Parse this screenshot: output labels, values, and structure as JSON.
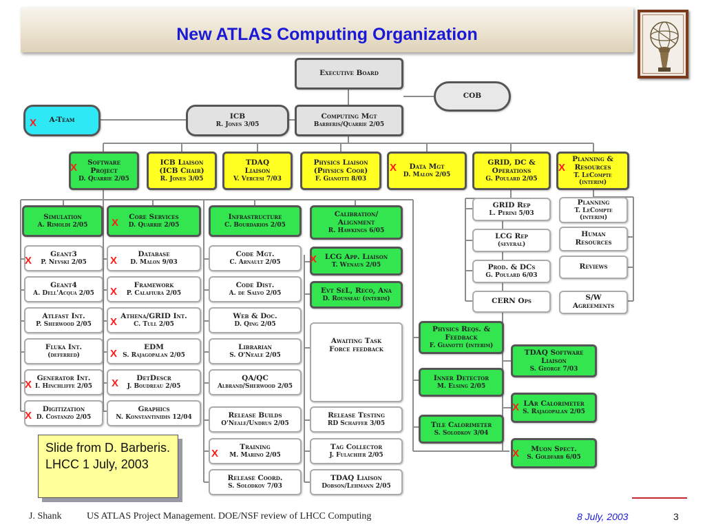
{
  "slide": {
    "title": "New ATLAS Computing Organization",
    "note": "Slide from D. Barberis. LHCC 1 July, 2003",
    "footer_author": "J. Shank",
    "footer_text": "US ATLAS Project Management. DOE/NSF review of LHCC Computing",
    "footer_date": "8 July, 2003",
    "page_number": "3"
  },
  "logo": {
    "icon": "atlas-statue-icon"
  },
  "mark": "X",
  "colors": {
    "title": "#1a1ad6",
    "yellow": "#ffff22",
    "green": "#33e64f",
    "teal": "#2ee8f5",
    "mark": "#ff1a1a"
  },
  "boxes": {
    "exec": {
      "n": [
        "Executive Board"
      ],
      "p": []
    },
    "cob": {
      "n": [
        "COB"
      ],
      "p": []
    },
    "icb": {
      "n": [
        "ICB"
      ],
      "p": [
        "R. Jones 3/05"
      ]
    },
    "cmgt": {
      "n": [
        "Computing Mgt"
      ],
      "p": [
        "Barberis/Quarrie 2/05"
      ]
    },
    "ateam": {
      "n": [
        "A-Team"
      ],
      "p": []
    },
    "swp": {
      "n": [
        "Software",
        "Project"
      ],
      "p": [
        "D. Quarrie 2/05"
      ]
    },
    "icbl": {
      "n": [
        "ICB Liaison",
        "(ICB Chair)"
      ],
      "p": [
        "R. Jones 3/05"
      ]
    },
    "tdaql": {
      "n": [
        "TDAQ",
        "Liaison"
      ],
      "p": [
        "V. Vercesi 7/03"
      ]
    },
    "physl": {
      "n": [
        "Physics Liaison",
        "(Physics Coor)"
      ],
      "p": [
        "F. Gianotti 8/03"
      ]
    },
    "dmgt": {
      "n": [
        "Data Mgt"
      ],
      "p": [
        "D. Malon 2/05"
      ]
    },
    "grid": {
      "n": [
        "GRID, DC &",
        "Operations"
      ],
      "p": [
        "G. Poulard 2/05"
      ]
    },
    "plan": {
      "n": [
        "Planning &",
        "Resources"
      ],
      "p": [
        "T. LeCompte",
        "(interim)"
      ]
    },
    "sim": {
      "n": [
        "Simulation"
      ],
      "p": [
        "A. Rimoldi 2/05"
      ]
    },
    "core": {
      "n": [
        "Core Services"
      ],
      "p": [
        "D. Quarrie 2/05"
      ]
    },
    "infra": {
      "n": [
        "Infrastructure"
      ],
      "p": [
        "C. Bourdarios 2/05"
      ]
    },
    "calib": {
      "n": [
        "Calibration/",
        "Alignment"
      ],
      "p": [
        "R. Hawkings 6/05"
      ]
    },
    "geant3": {
      "n": [
        "Geant3"
      ],
      "p": [
        "P. Nevski 2/05"
      ]
    },
    "geant4": {
      "n": [
        "Geant4"
      ],
      "p": [
        "A. Dell'Acqua 2/05"
      ]
    },
    "atlfast": {
      "n": [
        "Atlfast Int."
      ],
      "p": [
        "P. Sherwood 2/05"
      ]
    },
    "fluka": {
      "n": [
        "Fluka Int."
      ],
      "p": [
        "(deferred)"
      ]
    },
    "genint": {
      "n": [
        "Generator Int."
      ],
      "p": [
        "I. Hinchliffe 2/05"
      ]
    },
    "digit": {
      "n": [
        "Digitization"
      ],
      "p": [
        "D. Costanzo 2/05"
      ]
    },
    "db": {
      "n": [
        "Database"
      ],
      "p": [
        "D. Malon 9/03"
      ]
    },
    "fw": {
      "n": [
        "Framework"
      ],
      "p": [
        "P. Calafiura 2/05"
      ]
    },
    "athena": {
      "n": [
        "Athena/GRID Int."
      ],
      "p": [
        "C. Tull 2/05"
      ]
    },
    "edm": {
      "n": [
        "EDM"
      ],
      "p": [
        "S. Rajagopalan 2/05"
      ]
    },
    "detdescr": {
      "n": [
        "DetDescr"
      ],
      "p": [
        "J. Boudreau 2/05"
      ]
    },
    "graphics": {
      "n": [
        "Graphics"
      ],
      "p": [
        "N. Konstantinidis 12/04"
      ]
    },
    "codemgt": {
      "n": [
        "Code Mgt."
      ],
      "p": [
        "C. Arnault 2/05"
      ]
    },
    "codedist": {
      "n": [
        "Code Dist."
      ],
      "p": [
        "A. de Salvo 2/05"
      ]
    },
    "webdoc": {
      "n": [
        "Web & Doc."
      ],
      "p": [
        "D. Qing 2/05"
      ]
    },
    "librarian": {
      "n": [
        "Librarian"
      ],
      "p": [
        "S. O'Neale 2/05"
      ]
    },
    "qaqc": {
      "n": [
        "QA/QC"
      ],
      "p": [
        "Albrand/Sherwood 2/05"
      ]
    },
    "relbuilds": {
      "n": [
        "Release Builds"
      ],
      "p": [
        "O'Neale/Undrus 2/05"
      ]
    },
    "training": {
      "n": [
        "Training"
      ],
      "p": [
        "M. Marino 2/05"
      ]
    },
    "relcoord": {
      "n": [
        "Release Coord."
      ],
      "p": [
        "S. Solodkov 7/03"
      ]
    },
    "lcgapp": {
      "n": [
        "LCG App. Liaison"
      ],
      "p": [
        "T. Wenaus 2/05"
      ]
    },
    "evtsel": {
      "n": [
        "Evt SeL, Reco, Ana"
      ],
      "p": [
        "D. Rousseau (interim)"
      ]
    },
    "awaiting": {
      "n": [
        "Awaiting Task",
        "Force feedback"
      ],
      "p": []
    },
    "reltest": {
      "n": [
        "Release Testing"
      ],
      "p": [
        "RD Schaffer 3/05"
      ]
    },
    "tagcoll": {
      "n": [
        "Tag Collector"
      ],
      "p": [
        "J. Fulachier 2/05"
      ]
    },
    "tdaqliaison": {
      "n": [
        "TDAQ Liaison"
      ],
      "p": [
        "Dobson/Lehmann 2/05"
      ]
    },
    "physreq": {
      "n": [
        "Physics Reqs. &",
        "Feedback"
      ],
      "p": [
        "F. Gianotti (interim)"
      ]
    },
    "tdaqsw": {
      "n": [
        "TDAQ Software",
        "Liaison"
      ],
      "p": [
        "S. George 7/03"
      ]
    },
    "innerdet": {
      "n": [
        "Inner Detector"
      ],
      "p": [
        "M. Elsing 2/05"
      ]
    },
    "larcal": {
      "n": [
        "LAr Calorimeter"
      ],
      "p": [
        "S. Rajagopalan 2/05"
      ]
    },
    "tilecal": {
      "n": [
        "Tile Calorimeter"
      ],
      "p": [
        "S. Solodkov 3/04"
      ]
    },
    "muon": {
      "n": [
        "Muon Spect."
      ],
      "p": [
        "S. Goldfarb 6/05"
      ]
    },
    "gridrep": {
      "n": [
        "GRID Rep"
      ],
      "p": [
        "L. Perini 5/03"
      ]
    },
    "lcgrep": {
      "n": [
        "LCG Rep"
      ],
      "p": [
        "(several)"
      ]
    },
    "proddc": {
      "n": [
        "Prod. & DCs"
      ],
      "p": [
        "G. Poulard 6/03"
      ]
    },
    "cernops": {
      "n": [
        "CERN Ops"
      ],
      "p": []
    },
    "planning": {
      "n": [
        "Planning"
      ],
      "p": [
        "T. LeCompte",
        "(interim)"
      ]
    },
    "humanres": {
      "n": [
        "Human",
        "Resources"
      ],
      "p": []
    },
    "reviews": {
      "n": [
        "Reviews"
      ],
      "p": []
    },
    "swagree": {
      "n": [
        "S/W",
        "Agreements"
      ],
      "p": []
    }
  }
}
